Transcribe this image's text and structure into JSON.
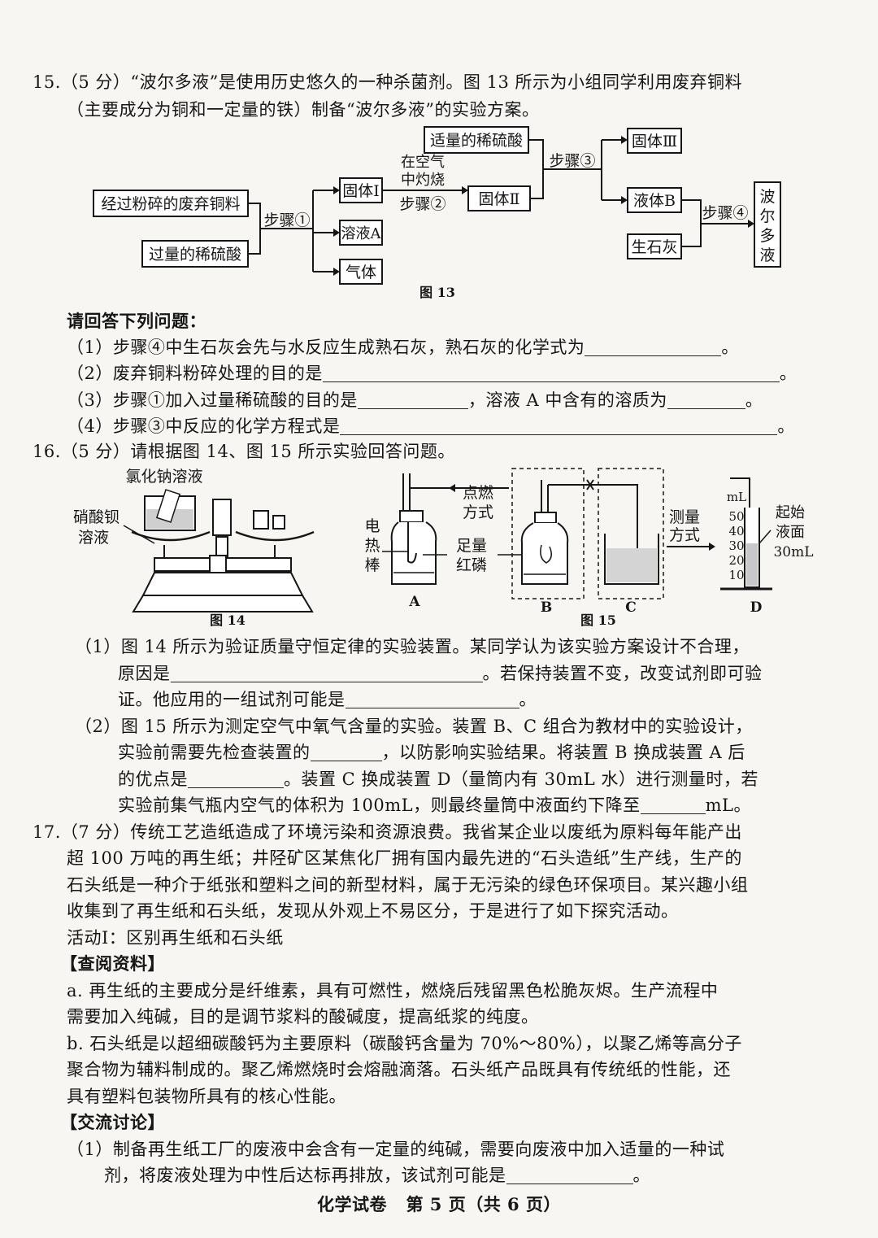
{
  "q15": {
    "line1": "15.（5 分）“波尔多液”是使用历史悠久的一种杀菌剂。图 13 所示为小组同学利用废弃铜料",
    "line2": "（主要成分为铜和一定量的铁）制备“波尔多液”的实验方案。",
    "flow": {
      "waste_copper": "经过粉碎的废弃铜料",
      "excess_acid": "过量的稀硫酸",
      "step1": "步骤①",
      "solid1": "固体Ⅰ",
      "solution_a": "溶液A",
      "gas": "气体",
      "burn_1": "在空气",
      "burn_2": "中灼烧",
      "step2": "步骤②",
      "moderate_acid": "适量的稀硫酸",
      "solid2": "固体Ⅱ",
      "step3": "步骤③",
      "solid3": "固体Ⅲ",
      "liquid_b": "液体B",
      "quicklime": "生石灰",
      "step4": "步骤④",
      "product_chars": [
        "波",
        "尔",
        "多",
        "液"
      ],
      "caption": "图 13"
    },
    "prompt": "请回答下列问题：",
    "s1_a": "（1）步骤④中生石灰会先与水反应生成熟石灰，熟石灰的化学式为",
    "s1_end": "。",
    "s2_a": "（2）废弃铜料粉碎处理的目的是",
    "s2_end": "。",
    "s3_a": "（3）步骤①加入过量稀硫酸的目的是",
    "s3_b": "，溶液 A 中含有的溶质为",
    "s3_end": "。",
    "s4_a": "（4）步骤③中反应的化学方程式是",
    "s4_end": "。"
  },
  "q16": {
    "title": "16.（5 分）请根据图 14、图 15 所示实验回答问题。",
    "fig14": {
      "nacl": "氯化钠溶液",
      "bacl_1": "硝酸钡",
      "bacl_2": "溶液",
      "caption": "图 14"
    },
    "fig15": {
      "rod": [
        "电",
        "热",
        "棒"
      ],
      "ignite_1": "点燃",
      "ignite_2": "方式",
      "measure_1": "测量",
      "measure_2": "方式",
      "phos_1": "足量",
      "phos_2": "红磷",
      "ml": "mL",
      "ticks": [
        "50",
        "40",
        "30",
        "20",
        "10"
      ],
      "start_1": "起始",
      "start_2": "液面",
      "start_3": "30mL",
      "label_a": "A",
      "label_b": "B",
      "label_c": "C",
      "label_d": "D",
      "caption": "图 15"
    },
    "p1_l1": "（1）图 14 所示为验证质量守恒定律的实验装置。某同学认为该实验方案设计不合理，",
    "p1_l2a": "原因是",
    "p1_l2b": "。若保持装置不变，改变试剂即可验",
    "p1_l3a": "证。他应用的一组试剂可能是",
    "p1_l3b": "。",
    "p2_l1": "（2）图 15 所示为测定空气中氧气含量的实验。装置 B、C 组合为教材中的实验设计，",
    "p2_l2a": "实验前需要先检查装置的",
    "p2_l2b": "，以防影响实验结果。将装置 B 换成装置 A 后",
    "p2_l3a": "的优点是",
    "p2_l3b": "。装置 C 换成装置 D（量筒内有 30mL 水）进行测量时，若",
    "p2_l4a": "实验前集气瓶内空气的体积为 100mL，则最终量筒中液面约下降至",
    "p2_l4b": "mL。"
  },
  "q17": {
    "l1": "17.（7 分）传统工艺造纸造成了环境污染和资源浪费。我省某企业以废纸为原料每年能产出",
    "l2": "超 100 万吨的再生纸；井陉矿区某焦化厂拥有国内最先进的“石头造纸”生产线，生产的",
    "l3": "石头纸是一种介于纸张和塑料之间的新型材料，属于无污染的绿色环保项目。某兴趣小组",
    "l4": "收集到了再生纸和石头纸，发现从外观上不易区分，于是进行了如下探究活动。",
    "activity": "活动Ⅰ：区别再生纸和石头纸",
    "ref_head": "【查阅资料】",
    "a1": "a. 再生纸的主要成分是纤维素，具有可燃性，燃烧后残留黑色松脆灰烬。生产流程中",
    "a2": "需要加入纯碱，目的是调节浆料的酸碱度，提高纸浆的纯度。",
    "b1": "b. 石头纸是以超细碳酸钙为主要原料（碳酸钙含量为 70%～80%），以聚乙烯等高分子",
    "b2": "聚合物为辅料制成的。聚乙烯燃烧时会熔融滴落。石头纸产品既具有传统纸的性能，还",
    "b3": "具有塑料包装物所具有的核心性能。",
    "disc_head": "【交流讨论】",
    "d1": "（1）制备再生纸工厂的废液中会含有一定量的纯碱，需要向废液中加入适量的一种试",
    "d2a": "剂，将废液处理为中性后达标再排放，该试剂可能是",
    "d2b": "。"
  },
  "footer": "化学试卷   第 5 页（共 6 页）"
}
